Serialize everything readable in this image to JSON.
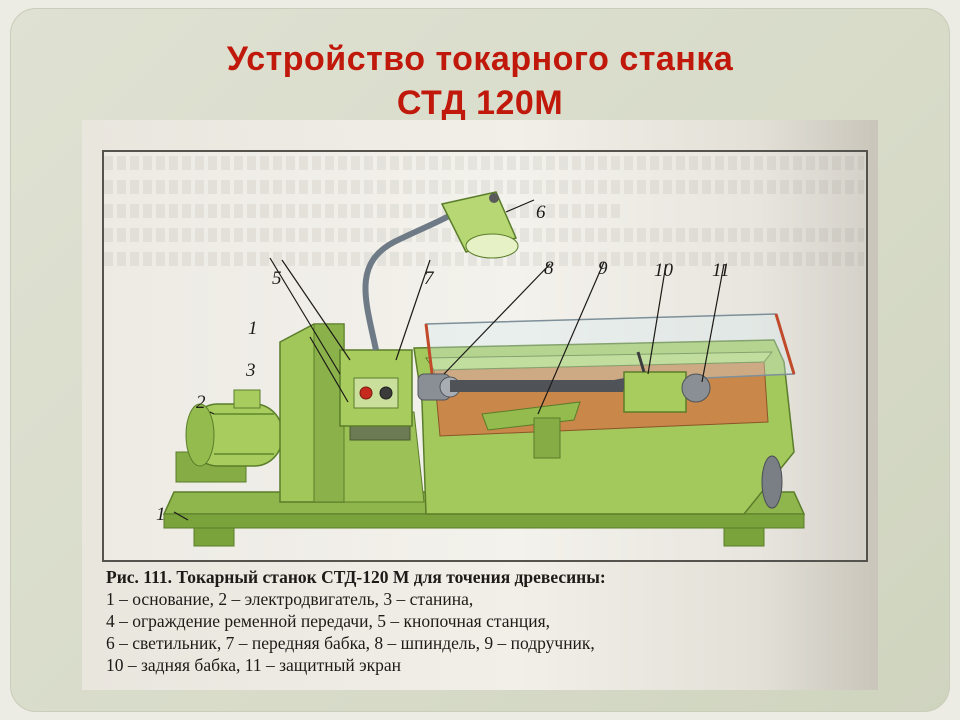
{
  "slide": {
    "title_line1": "Устройство токарного станка",
    "title_line2": "СТД 120М"
  },
  "figure": {
    "callouts": [
      "1",
      "2",
      "3",
      "1",
      "5",
      "7",
      "6",
      "8",
      "9",
      "10",
      "11"
    ]
  },
  "caption": {
    "line1": "Рис. 111. Токарный станок СТД-120 М для точения древесины:",
    "line2": "1 – основание, 2 – электродвигатель, 3 – станина,",
    "line3": "4 – ограждение ременной передачи, 5 – кнопочная станция,",
    "line4": "6 – светильник, 7 – передняя бабка, 8 – шпиндель, 9 – подручник,",
    "line5": "10 – задняя бабка, 11 – защитный экран"
  },
  "colors": {
    "title": "#c0190b",
    "machine": "#9fc45a",
    "machine_dark": "#6f9838",
    "tray_inner": "#c9874a"
  }
}
